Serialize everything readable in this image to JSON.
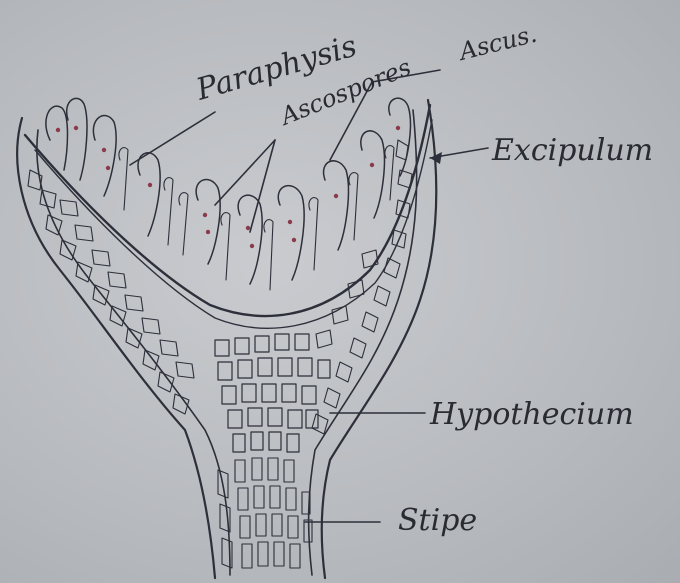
{
  "labels": {
    "paraphysis": "Paraphysis",
    "ascospores": "Ascospores",
    "ascus": "Ascus.",
    "excipulum": "Excipulum",
    "hypothecium": "Hypothecium",
    "stipe": "Stipe"
  },
  "colors": {
    "paper": "#b9bcc0",
    "ink": "#2d2f3a",
    "spore_dots": "#8a3a4a"
  }
}
